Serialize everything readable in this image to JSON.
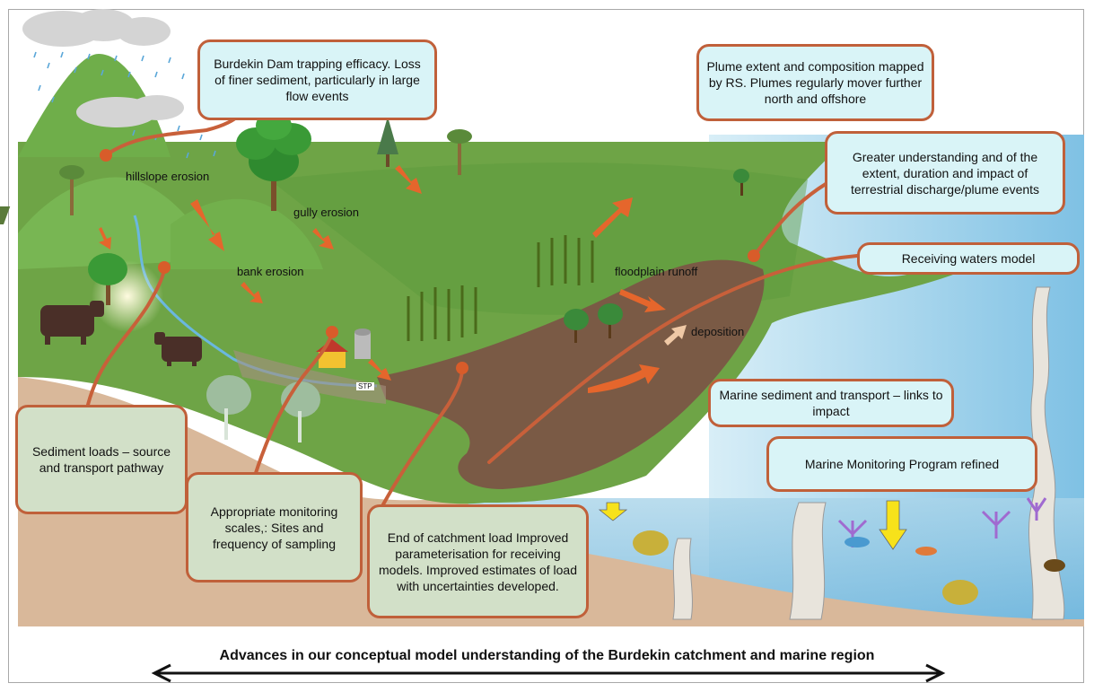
{
  "labels": {
    "hillslope": "hillslope erosion",
    "gully": "gully erosion",
    "bank": "bank erosion",
    "floodplain": "floodplain runoff",
    "deposition": "deposition",
    "stp": "STP"
  },
  "callouts": {
    "dam": "Burdekin Dam trapping efficacy. Loss of finer sediment, particularly in large flow events",
    "plume_rs": "Plume extent and composition mapped by RS. Plumes regularly mover further north and offshore",
    "greater": "Greater understanding and of the extent, duration and impact of terrestrial discharge/plume events",
    "receiving": "Receiving waters  model",
    "marine_sed": "Marine sediment and transport – links to impact",
    "mmp": "Marine Monitoring Program refined",
    "sediment_loads": "Sediment loads – source and transport pathway",
    "monitoring": "Appropriate monitoring scales,: Sites and frequency of sampling",
    "end_catchment": "End of catchment load Improved parameterisation for receiving models. Improved estimates of load with uncertainties developed."
  },
  "caption": "Advances in our conceptual model understanding of the Burdekin catchment and marine region",
  "colors": {
    "land_green": "#6ea446",
    "sea_blue": "#bfe4f2",
    "sediment_brown": "#7a5a45",
    "soil": "#d9b89a",
    "callout_border": "#c0603a",
    "blue_fill": "#d9f4f7",
    "green_fill": "#d2e0c8",
    "arrow_orange": "#e5662c",
    "arrow_yellow": "#f7e21a"
  }
}
